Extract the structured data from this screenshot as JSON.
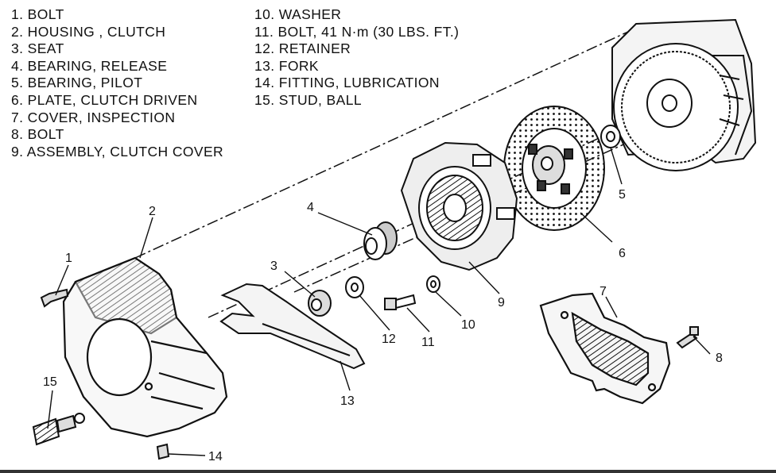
{
  "legend": {
    "left": [
      "1. BOLT",
      "2. HOUSING , CLUTCH",
      "3. SEAT",
      "4. BEARING, RELEASE",
      "5. BEARING, PILOT",
      "6. PLATE, CLUTCH DRIVEN",
      "7. COVER, INSPECTION",
      "8. BOLT",
      "9. ASSEMBLY, CLUTCH COVER"
    ],
    "right": [
      "10. WASHER",
      "11. BOLT, 41 N·m (30 LBS. FT.)",
      "12. RETAINER",
      "13. FORK",
      "14. FITTING, LUBRICATION",
      "15. STUD, BALL"
    ]
  },
  "callouts": {
    "c1": "1",
    "c2": "2",
    "c3": "3",
    "c4": "4",
    "c5": "5",
    "c6": "6",
    "c7": "7",
    "c8": "8",
    "c9": "9",
    "c10": "10",
    "c11": "11",
    "c12": "12",
    "c13": "13",
    "c14": "14",
    "c15": "15"
  }
}
